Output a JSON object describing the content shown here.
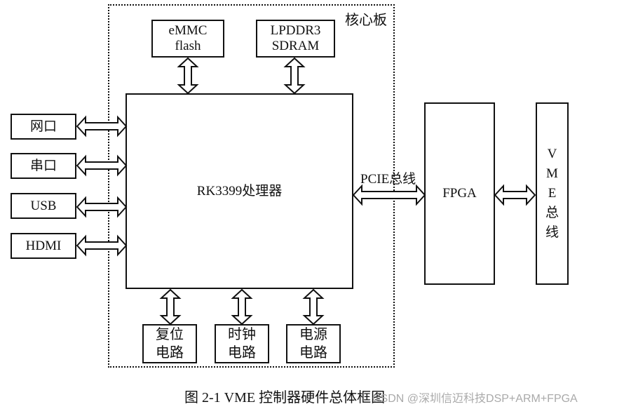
{
  "diagram": {
    "core_board_label": "核心板",
    "cpu_label": "RK3399处理器",
    "emmc": {
      "line1": "eMMC",
      "line2": "flash"
    },
    "lpddr": {
      "line1": "LPDDR3",
      "line2": "SDRAM"
    },
    "left_interfaces": [
      "网口",
      "串口",
      "USB",
      "HDMI"
    ],
    "bottom_blocks": [
      {
        "line1": "复位",
        "line2": "电路"
      },
      {
        "line1": "时钟",
        "line2": "电路"
      },
      {
        "line1": "电源",
        "line2": "电路"
      }
    ],
    "pcie_label": "PCIE总线",
    "fpga_label": "FPGA",
    "vme_chars": [
      "V",
      "M",
      "E",
      "总",
      "线"
    ]
  },
  "caption": "图 2-1 VME 控制器硬件总体框图",
  "watermark": "CSDN @深圳信迈科技DSP+ARM+FPGA"
}
